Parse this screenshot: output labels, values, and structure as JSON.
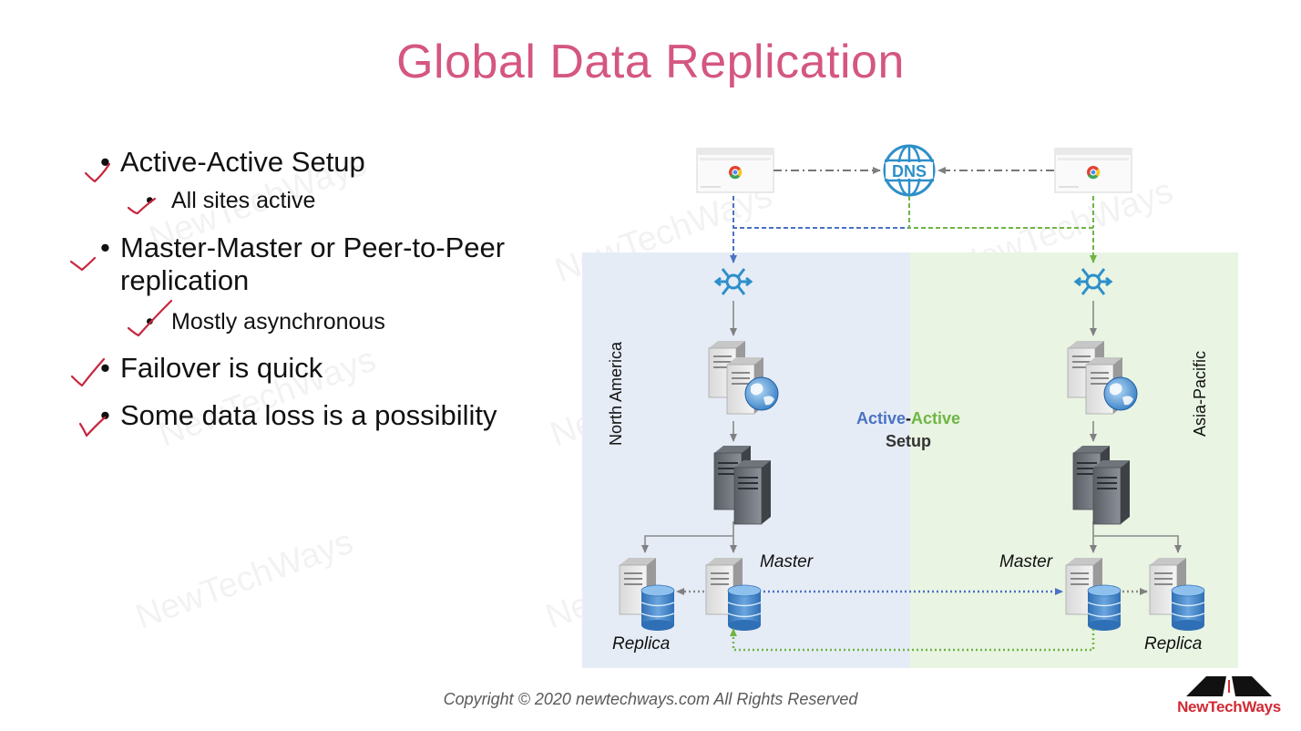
{
  "slide": {
    "title": "Global Data Replication",
    "copyright": "Copyright © 2020 newtechways.com All Rights Reserved",
    "watermark": "NewTechWays",
    "logo_text": "NewTechWays",
    "accent_color": "#d4577f"
  },
  "bullets": [
    {
      "level": 1,
      "lines": [
        "Active-Active Setup"
      ]
    },
    {
      "level": 2,
      "lines": [
        "All sites active"
      ]
    },
    {
      "level": 1,
      "lines": [
        "Master-Master or Peer-to-Peer",
        "replication"
      ]
    },
    {
      "level": 2,
      "lines": [
        "Mostly asynchronous"
      ]
    },
    {
      "level": 1,
      "lines": [
        "Failover is quick"
      ]
    },
    {
      "level": 1,
      "lines": [
        "Some data loss is a possibility"
      ]
    }
  ],
  "diagram": {
    "dns_label": "DNS",
    "region_left": "North America",
    "region_right": "Asia-Pacific",
    "center_word_1": "Active",
    "center_sep": "-",
    "center_word_2": "Active",
    "center_line_2": "Setup",
    "master_left": "Master",
    "master_right": "Master",
    "replica_left": "Replica",
    "replica_right": "Replica",
    "colors": {
      "region_left_bg": "#e6ecf6",
      "region_right_bg": "#e9f4e3",
      "blue": "#4a72c4",
      "green": "#6fb544",
      "router": "#2d8fc9"
    },
    "icons": [
      "browser-icon",
      "dns-globe-icon",
      "router-icon",
      "web-server-icon",
      "app-server-icon",
      "database-server-icon"
    ]
  }
}
